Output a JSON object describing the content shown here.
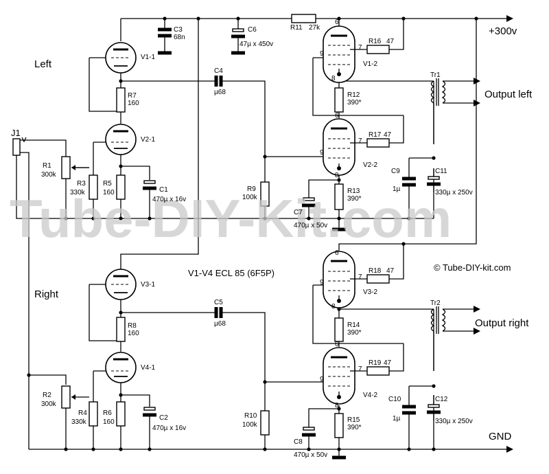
{
  "watermark": "Tube-DIY-Kit.com",
  "copyright": "© Tube-DIY-kit.com",
  "tube_note": "V1-V4 ECL 85 (6F5P)",
  "supply_label": "+300v",
  "gnd_label": "GND",
  "channel_left": "Left",
  "channel_right": "Right",
  "output_left": "Output left",
  "output_right": "Output right",
  "jack": "J1",
  "tubes": {
    "v1_1": "V1-1",
    "v2_1": "V2-1",
    "v3_1": "V3-1",
    "v4_1": "V4-1",
    "v1_2": "V1-2",
    "v2_2": "V2-2",
    "v3_2": "V3-2",
    "v4_2": "V4-2"
  },
  "pins": {
    "p6": "6",
    "p7": "7",
    "p8": "8",
    "p9": "9"
  },
  "parts": {
    "r1": {
      "name": "R1",
      "value": "300k"
    },
    "r2": {
      "name": "R2",
      "value": "300k"
    },
    "r3": {
      "name": "R3",
      "value": "330k"
    },
    "r4": {
      "name": "R4",
      "value": "330k"
    },
    "r5": {
      "name": "R5",
      "value": "160"
    },
    "r6": {
      "name": "R6",
      "value": "160"
    },
    "r7": {
      "name": "R7",
      "value": "160"
    },
    "r8": {
      "name": "R8",
      "value": "160"
    },
    "r9": {
      "name": "R9",
      "value": "100k"
    },
    "r10": {
      "name": "R10",
      "value": "100k"
    },
    "r11": {
      "name": "R11",
      "value": "27k"
    },
    "r12": {
      "name": "R12",
      "value": "390*"
    },
    "r13": {
      "name": "R13",
      "value": "390*"
    },
    "r14": {
      "name": "R14",
      "value": "390*"
    },
    "r15": {
      "name": "R15",
      "value": "390*"
    },
    "r16": {
      "name": "R16",
      "value": "47"
    },
    "r17": {
      "name": "R17",
      "value": "47"
    },
    "r18": {
      "name": "R18",
      "value": "47"
    },
    "r19": {
      "name": "R19",
      "value": "47"
    },
    "c1": {
      "name": "C1",
      "value": "470µ x 16v"
    },
    "c2": {
      "name": "C2",
      "value": "470µ x 16v"
    },
    "c3": {
      "name": "C3",
      "value": "68n"
    },
    "c4": {
      "name": "C4",
      "value": "µ68"
    },
    "c5": {
      "name": "C5",
      "value": "µ68"
    },
    "c6": {
      "name": "C6",
      "value": "47µ x 450v"
    },
    "c7": {
      "name": "C7",
      "value": "470µ x 50v"
    },
    "c8": {
      "name": "C8",
      "value": "470µ x 50v"
    },
    "c9": {
      "name": "C9",
      "value": "1µ"
    },
    "c10": {
      "name": "C10",
      "value": "1µ"
    },
    "c11": {
      "name": "C11",
      "value": "330µ x 250v"
    },
    "c12": {
      "name": "C12",
      "value": "330µ x 250v"
    },
    "tr1": {
      "name": "Tr1"
    },
    "tr2": {
      "name": "Tr2"
    }
  }
}
